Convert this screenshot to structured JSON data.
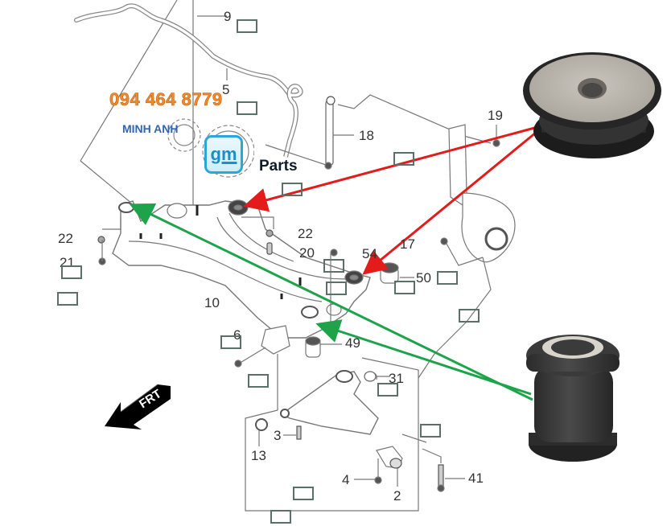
{
  "watermark": {
    "phone": "094 464 8779",
    "shop_name": "MINH ANH",
    "brand_logo_text": "gm",
    "brand_suffix": "Parts"
  },
  "callouts": [
    {
      "id": "c9",
      "label": "9"
    },
    {
      "id": "c5",
      "label": "5"
    },
    {
      "id": "c18",
      "label": "18"
    },
    {
      "id": "c19",
      "label": "19"
    },
    {
      "id": "c22a",
      "label": "22"
    },
    {
      "id": "c21",
      "label": "21"
    },
    {
      "id": "c22b",
      "label": "22"
    },
    {
      "id": "c20",
      "label": "20"
    },
    {
      "id": "c54",
      "label": "54"
    },
    {
      "id": "c17",
      "label": "17"
    },
    {
      "id": "c50",
      "label": "50"
    },
    {
      "id": "c10",
      "label": "10"
    },
    {
      "id": "c6",
      "label": "6"
    },
    {
      "id": "c49",
      "label": "49"
    },
    {
      "id": "c31",
      "label": "31"
    },
    {
      "id": "c3",
      "label": "3"
    },
    {
      "id": "c13",
      "label": "13"
    },
    {
      "id": "c4",
      "label": "4"
    },
    {
      "id": "c2",
      "label": "2"
    },
    {
      "id": "c41",
      "label": "41"
    }
  ],
  "direction_badge": {
    "label": "FRT"
  },
  "highlight_colors": {
    "upper_mount_arrows": "#e31b1b",
    "lower_bushing_arrows": "#1fa34a",
    "callout_box": "#5a7069",
    "phone_text": "#f08a2c",
    "shop_text": "#2f65b1",
    "gm_blue": "#2aa6d9"
  },
  "photos": [
    {
      "name": "subframe-mount-bushing-photo"
    },
    {
      "name": "control-arm-bushing-photo"
    }
  ]
}
